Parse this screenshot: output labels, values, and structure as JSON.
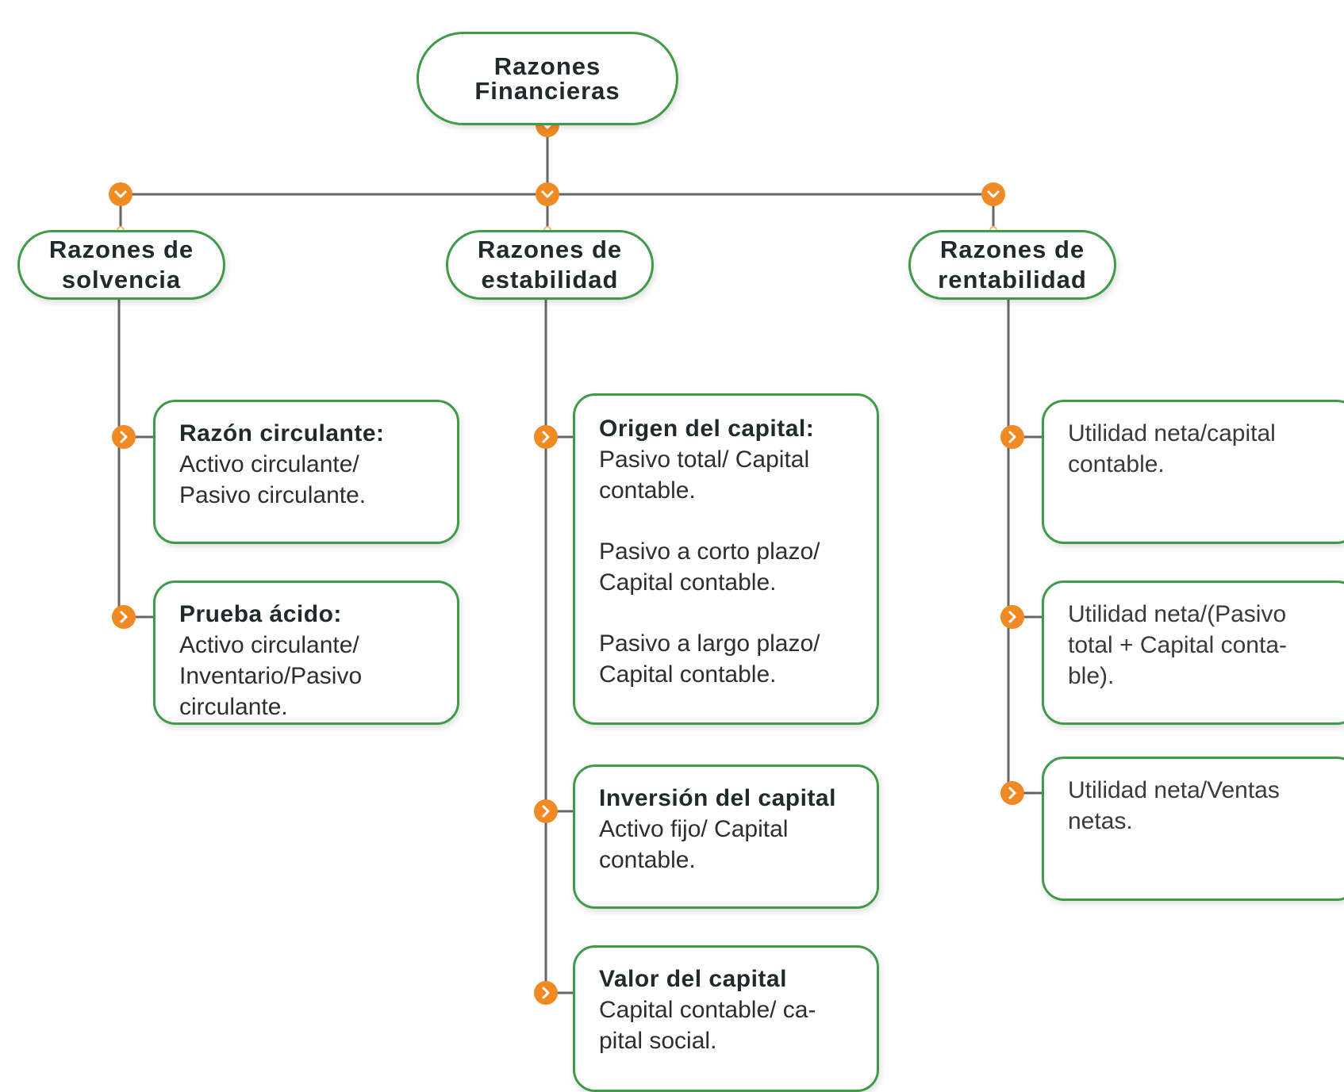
{
  "diagram": {
    "root": {
      "line1": "Razones",
      "line2": "Financieras"
    },
    "categories": [
      {
        "line1": "Razones de",
        "line2": "solvencia"
      },
      {
        "line1": "Razones de",
        "line2": "estabilidad"
      },
      {
        "line1": "Razones de",
        "line2": "rentabilidad"
      }
    ],
    "solvencia_items": [
      {
        "title": "Razón circulante:",
        "lines": [
          "Activo circulante/",
          "Pasivo circulante."
        ]
      },
      {
        "title": "Prueba ácido:",
        "lines": [
          "Activo circulante/",
          "Inventario/Pasivo",
          "circulante."
        ]
      }
    ],
    "estabilidad_items": [
      {
        "title": "Origen del capital:",
        "lines": [
          "Pasivo total/ Capital",
          "contable.",
          "Pasivo a corto plazo/",
          "Capital contable.",
          "Pasivo a largo plazo/",
          "Capital contable."
        ]
      },
      {
        "title": "Inversión del capital",
        "lines": [
          "Activo fijo/ Capital",
          "contable."
        ]
      },
      {
        "title": "Valor del capital",
        "lines": [
          "Capital contable/ ca-",
          "pital social."
        ]
      }
    ],
    "rentabilidad_items": [
      {
        "lines": [
          "Utilidad neta/capital",
          "contable."
        ]
      },
      {
        "lines": [
          "Utilidad neta/(Pasivo",
          "total + Capital conta-",
          "ble)."
        ]
      },
      {
        "lines": [
          "Utilidad neta/Ventas",
          "netas."
        ]
      }
    ],
    "colors": {
      "border": "#3f9b47",
      "connector": "#666666",
      "marker": "#ef8a25"
    },
    "icons": {
      "down_marker": "chevron-down-icon",
      "right_marker": "chevron-right-icon"
    }
  }
}
